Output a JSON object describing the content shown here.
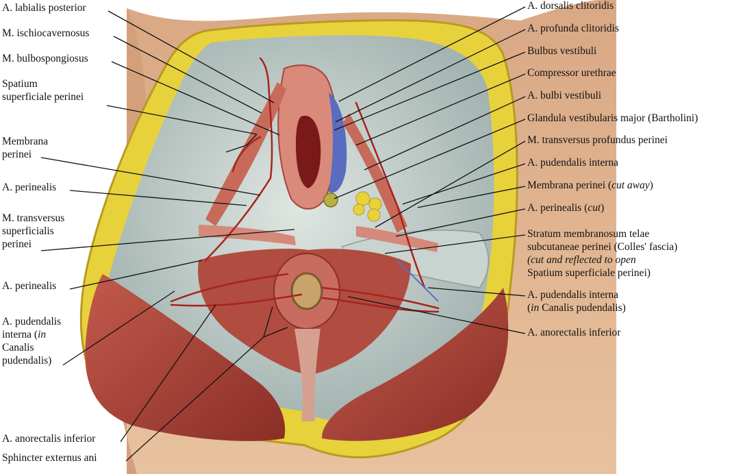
{
  "labels_left": [
    {
      "id": "a-labialis-posterior",
      "lines": [
        "A. labialis posterior"
      ]
    },
    {
      "id": "m-ischiocavernosus",
      "lines": [
        "M. ischiocavernosus"
      ]
    },
    {
      "id": "m-bulbospongiosus",
      "lines": [
        "M. bulbospongiosus"
      ]
    },
    {
      "id": "spatium-superficiale",
      "lines": [
        "Spatium",
        "superficiale perinei"
      ]
    },
    {
      "id": "membrana-perinei",
      "lines": [
        "Membrana",
        "perinei"
      ]
    },
    {
      "id": "a-perinealis-1",
      "lines": [
        "A. perinealis"
      ]
    },
    {
      "id": "m-transversus-superficialis",
      "lines": [
        "M. transversus",
        "superficialis",
        "perinei"
      ]
    },
    {
      "id": "a-perinealis-2",
      "lines": [
        "A. perinealis"
      ]
    },
    {
      "id": "a-pudendalis-interna-left",
      "lines": [
        "A. pudendalis",
        "interna (|in|",
        "Canalis",
        "pudendalis)"
      ]
    },
    {
      "id": "a-anorectalis-inferior-left",
      "lines": [
        "A. anorectalis inferior"
      ]
    },
    {
      "id": "sphincter-externus-ani",
      "lines": [
        "Sphincter externus ani"
      ]
    }
  ],
  "labels_right": [
    {
      "id": "a-dorsalis-clitoridis",
      "lines": [
        "A. dorsalis clitoridis"
      ]
    },
    {
      "id": "a-profunda-clitoridis",
      "lines": [
        "A. profunda clitoridis"
      ]
    },
    {
      "id": "bulbus-vestibuli",
      "lines": [
        "Bulbus vestibuli"
      ]
    },
    {
      "id": "compressor-urethrae",
      "lines": [
        "Compressor urethrae"
      ]
    },
    {
      "id": "a-bulbi-vestibuli",
      "lines": [
        "A. bulbi vestibuli"
      ]
    },
    {
      "id": "glandula-vestibularis",
      "lines": [
        "Glandula vestibularis major (Bartholini)"
      ]
    },
    {
      "id": "m-transversus-profundus",
      "lines": [
        "M. transversus profundus perinei"
      ]
    },
    {
      "id": "a-pudendalis-interna-right",
      "lines": [
        "A. pudendalis interna"
      ]
    },
    {
      "id": "membrana-perinei-cut",
      "lines": [
        "Membrana perinei (|cut away|)"
      ]
    },
    {
      "id": "a-perinealis-cut",
      "lines": [
        "A. perinealis (|cut|)"
      ]
    },
    {
      "id": "stratum-membranosum",
      "lines": [
        "Stratum membranosum telae",
        "subcutaneae perinei (Colles' fascia)",
        "|(cut and reflected to open|",
        "Spatium superficiale perinei)"
      ]
    },
    {
      "id": "a-pudendalis-interna-canalis",
      "lines": [
        "A. pudendalis interna",
        "(|in| Canalis pudendalis)"
      ]
    },
    {
      "id": "a-anorectalis-inferior-right",
      "lines": [
        "A. anorectalis inferior"
      ]
    }
  ],
  "colors": {
    "skin": "#e2b48c",
    "fat": "#e8d23c",
    "fat_edge": "#b89a20",
    "muscle": "#a8443a",
    "muscle_light": "#c76a5a",
    "fascia": "#b9c6c4",
    "artery": "#a8231c",
    "vein": "#5a6cc0",
    "mucosa": "#d98a7a"
  }
}
